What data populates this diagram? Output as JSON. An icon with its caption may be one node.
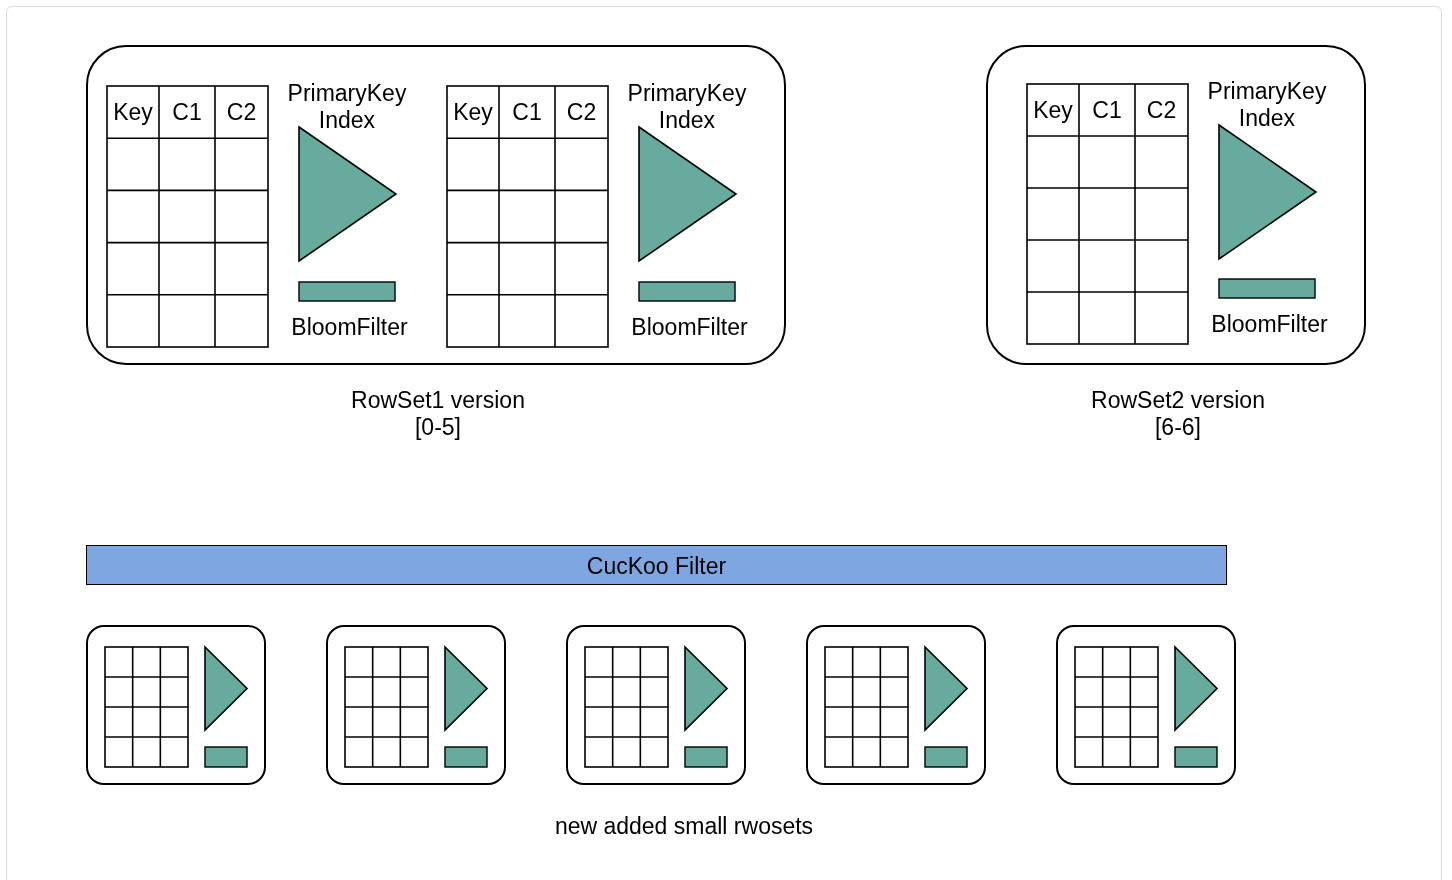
{
  "diagram": {
    "nodes": [
      {
        "text": [
          "RowSet1 version [0-5]"
        ]
      },
      {
        "text": [
          "Key",
          "C1",
          "C2"
        ],
        "in": 0
      },
      {
        "text": [
          "PrimaryKey Index"
        ],
        "in": 0
      },
      {
        "text": [
          "BloomFilter"
        ],
        "in": 0
      },
      {
        "text": [
          "Key",
          "C1",
          "C2"
        ],
        "in": 0
      },
      {
        "text": [
          "PrimaryKey Index"
        ],
        "in": 0
      },
      {
        "text": [
          "BloomFilter"
        ],
        "in": 0
      },
      {
        "text": [
          "RowSet2 version [6-6]"
        ]
      },
      {
        "text": [
          "Key",
          "C1",
          "C2"
        ],
        "in": 7
      },
      {
        "text": [
          "PrimaryKey Index"
        ],
        "in": 7
      },
      {
        "text": [
          "BloomFilter"
        ],
        "in": 7
      },
      {
        "text": [
          "CucKoo Filter"
        ]
      },
      {
        "text": [],
        "shape": "box"
      },
      {
        "text": [],
        "shape": "table",
        "in": 12
      },
      {
        "text": [],
        "shape": "triangle",
        "in": 12
      },
      {
        "text": [],
        "shape": "bar",
        "in": 12
      },
      {
        "text": [],
        "shape": "box"
      },
      {
        "text": [],
        "shape": "table",
        "in": 16
      },
      {
        "text": [],
        "shape": "triangle",
        "in": 16
      },
      {
        "text": [],
        "shape": "bar",
        "in": 16
      },
      {
        "text": [],
        "shape": "box"
      },
      {
        "text": [],
        "shape": "table",
        "in": 20
      },
      {
        "text": [],
        "shape": "triangle",
        "in": 20
      },
      {
        "text": [],
        "shape": "bar",
        "in": 20
      },
      {
        "text": [],
        "shape": "box"
      },
      {
        "text": [],
        "shape": "table",
        "in": 24
      },
      {
        "text": [],
        "shape": "triangle",
        "in": 24
      },
      {
        "text": [],
        "shape": "bar",
        "in": 24
      },
      {
        "text": [],
        "shape": "box"
      },
      {
        "text": [],
        "shape": "table",
        "in": 28
      },
      {
        "text": [],
        "shape": "triangle",
        "in": 28
      },
      {
        "text": [],
        "shape": "bar",
        "in": 28
      }
    ],
    "edges": [],
    "labels": [
      "new added small rwosets"
    ]
  }
}
